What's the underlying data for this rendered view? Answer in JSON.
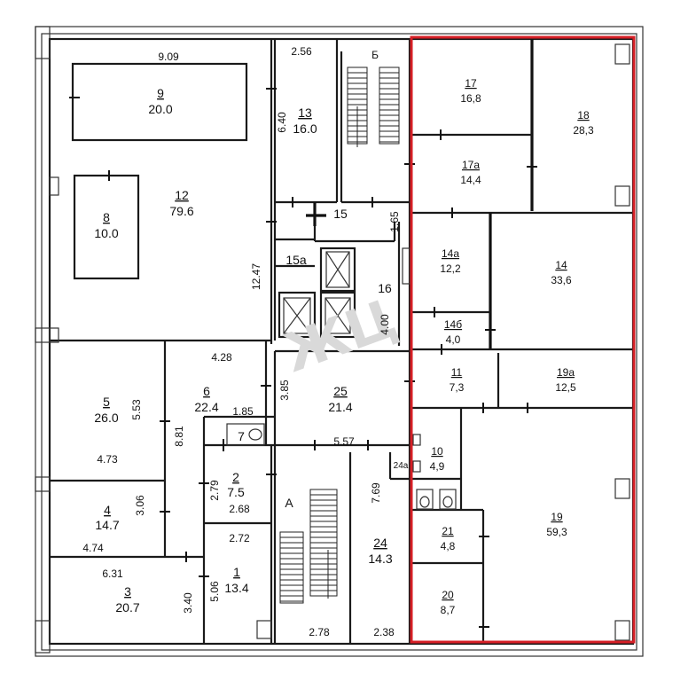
{
  "rooms": {
    "r9": {
      "num": "9",
      "area": "20.0"
    },
    "r12": {
      "num": "12",
      "area": "79.6"
    },
    "r8": {
      "num": "8",
      "area": "10.0"
    },
    "r13": {
      "num": "13",
      "area": "16.0"
    },
    "r15": {
      "num": "15"
    },
    "r15a": {
      "num": "15а"
    },
    "r16": {
      "num": "16"
    },
    "r5": {
      "num": "5",
      "area": "26.0"
    },
    "r6": {
      "num": "6",
      "area": "22.4"
    },
    "r7": {
      "num": "7"
    },
    "r25": {
      "num": "25",
      "area": "21.4"
    },
    "r4": {
      "num": "4",
      "area": "14.7"
    },
    "r2": {
      "num": "2",
      "area": "7.5"
    },
    "r1": {
      "num": "1",
      "area": "13.4"
    },
    "r3": {
      "num": "3",
      "area": "20.7"
    },
    "r24": {
      "num": "24",
      "area": "14.3"
    },
    "r24a": {
      "num": "24а"
    },
    "r17": {
      "num": "17",
      "area": "16,8"
    },
    "r18": {
      "num": "18",
      "area": "28,3"
    },
    "r17a": {
      "num": "17а",
      "area": "14,4"
    },
    "r14a": {
      "num": "14а",
      "area": "12,2"
    },
    "r14": {
      "num": "14",
      "area": "33,6"
    },
    "r14b": {
      "num": "14б",
      "area": "4,0"
    },
    "r11": {
      "num": "11",
      "area": "7,3"
    },
    "r19a": {
      "num": "19а",
      "area": "12,5"
    },
    "r10": {
      "num": "10",
      "area": "4,9"
    },
    "r19": {
      "num": "19",
      "area": "59,3"
    },
    "r21": {
      "num": "21",
      "area": "4,8"
    },
    "r20": {
      "num": "20",
      "area": "8,7"
    }
  },
  "dims": {
    "d909": "9.09",
    "d256": "2.56",
    "d640": "6.40",
    "d165": "1.65",
    "d1247": "12.47",
    "d400": "4.00",
    "d428": "4.28",
    "d385": "3.85",
    "d553": "5.53",
    "d881": "8.81",
    "d185": "1.85",
    "d557": "5.57",
    "d473": "4.73",
    "d279": "2.79",
    "d268": "2.68",
    "d769": "7.69",
    "d306": "3.06",
    "d474": "4.74",
    "d272": "2.72",
    "d631": "6.31",
    "d340": "3.40",
    "d506": "5.06",
    "d278": "2.78",
    "d238": "2.38"
  },
  "stairs": {
    "a": "А",
    "b": "Б"
  },
  "highlight_color": "#d61f26"
}
